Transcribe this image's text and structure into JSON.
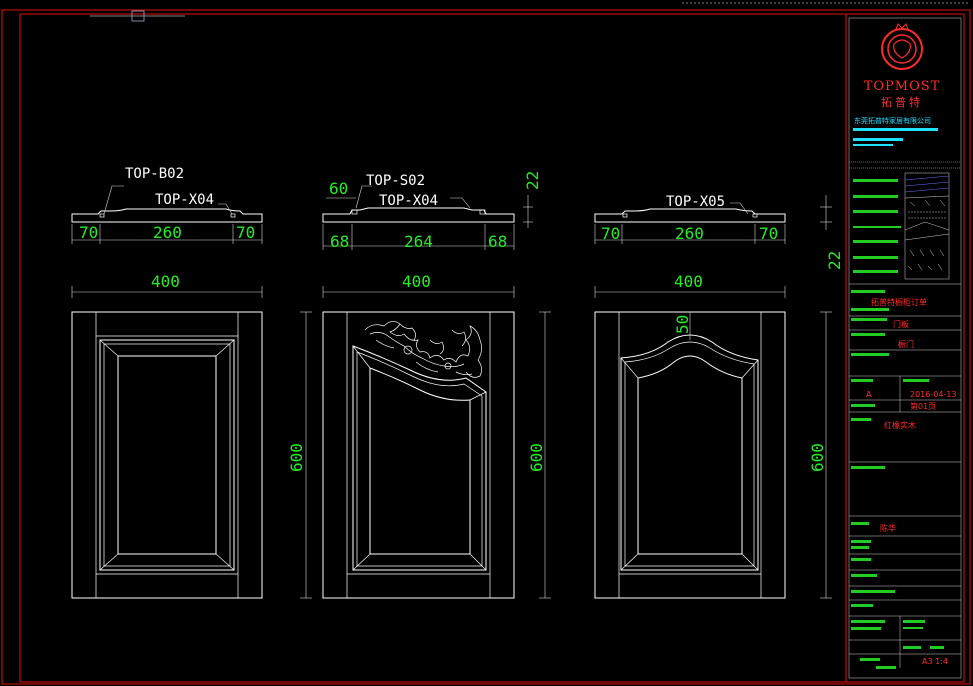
{
  "profiles": {
    "left": {
      "code_top": "TOP-B02",
      "code_sub": "TOP-X04",
      "dims": [
        "70",
        "260",
        "70"
      ]
    },
    "middle": {
      "code_top": "TOP-S02",
      "code_sub": "TOP-X04",
      "small_dim": "60",
      "dims": [
        "68",
        "264",
        "68"
      ],
      "thickness": "22"
    },
    "right": {
      "code_sub": "TOP-X05",
      "dims": [
        "70",
        "260",
        "70"
      ]
    },
    "side_thickness": "22"
  },
  "doors": {
    "left": {
      "width": "400",
      "height": "600"
    },
    "middle": {
      "width": "400",
      "height": "600"
    },
    "right": {
      "width": "400",
      "height": "600",
      "arch": "50"
    }
  },
  "title_block": {
    "brand": "TOPMOST",
    "brand_cn": "拓普特",
    "company": "东莞拓普特家居有限公司",
    "project_value": "拓普特橱柜订单",
    "drawing_title": "门板",
    "drawing_value": "橱门",
    "version": "A",
    "date": "2016-04-13",
    "sheet": "第01页",
    "material": "红橡实木",
    "design_value": "陈华",
    "scale": "A3 1:4"
  },
  "colors": {
    "dimension": "#22ee22",
    "border": "#e01010",
    "linework": "#ffffff",
    "highlight": "#20e0ff"
  }
}
